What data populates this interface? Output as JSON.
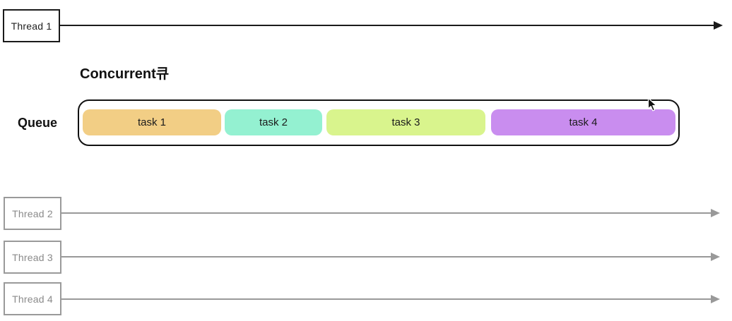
{
  "diagram": {
    "title": "Concurrent큐",
    "queue_label": "Queue",
    "threads": [
      {
        "label": "Thread 1",
        "stroke": "#1a1a1a"
      },
      {
        "label": "Thread 2",
        "stroke": "#999999"
      },
      {
        "label": "Thread 3",
        "stroke": "#999999"
      },
      {
        "label": "Thread 4",
        "stroke": "#999999"
      }
    ],
    "tasks": [
      {
        "label": "task 1",
        "color": "#F2CE85"
      },
      {
        "label": "task 2",
        "color": "#94F1D1"
      },
      {
        "label": "task 3",
        "color": "#D9F48D"
      },
      {
        "label": "task 4",
        "color": "#C98DEF"
      }
    ],
    "colors": {
      "background": "#ffffff",
      "primary_stroke": "#1a1a1a",
      "secondary_stroke": "#999999",
      "queue_border": "#111111",
      "task_text": "#1b1b1b"
    },
    "cursor_icon": "pointer-arrow"
  }
}
